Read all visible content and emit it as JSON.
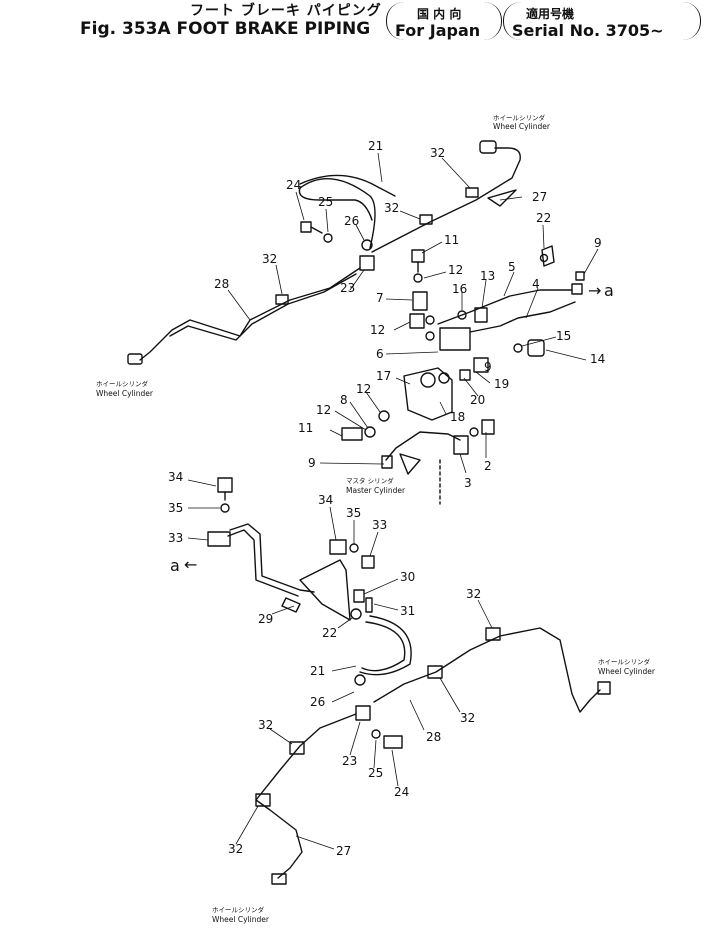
{
  "header": {
    "title_jp": "フート ブレーキ パイピング",
    "title_en": "Fig. 353A FOOT BRAKE PIPING",
    "market_jp": "国 内 向",
    "market_en": "For Japan",
    "serial_jp": "適用号機",
    "serial_en": "Serial No. 3705~"
  },
  "labels": {
    "wheel_cylinder_jp": "ホイールシリンダ",
    "wheel_cylinder_en": "Wheel Cylinder",
    "master_cylinder_jp": "マスタ シリンダ",
    "master_cylinder_en": "Master Cylinder",
    "arrow_ref": "a"
  },
  "part_numbers": {
    "p2": "2",
    "p3": "3",
    "p4": "4",
    "p5": "5",
    "p6": "6",
    "p7": "7",
    "p8": "8",
    "p9": "9",
    "p11": "11",
    "p12": "12",
    "p13": "13",
    "p14": "14",
    "p15": "15",
    "p16": "16",
    "p17": "17",
    "p18": "18",
    "p19": "19",
    "p20": "20",
    "p21": "21",
    "p22": "22",
    "p23": "23",
    "p24": "24",
    "p25": "25",
    "p26": "26",
    "p27": "27",
    "p28": "28",
    "p29": "29",
    "p30": "30",
    "p31": "31",
    "p32": "32",
    "p33": "33",
    "p34": "34",
    "p35": "35"
  }
}
